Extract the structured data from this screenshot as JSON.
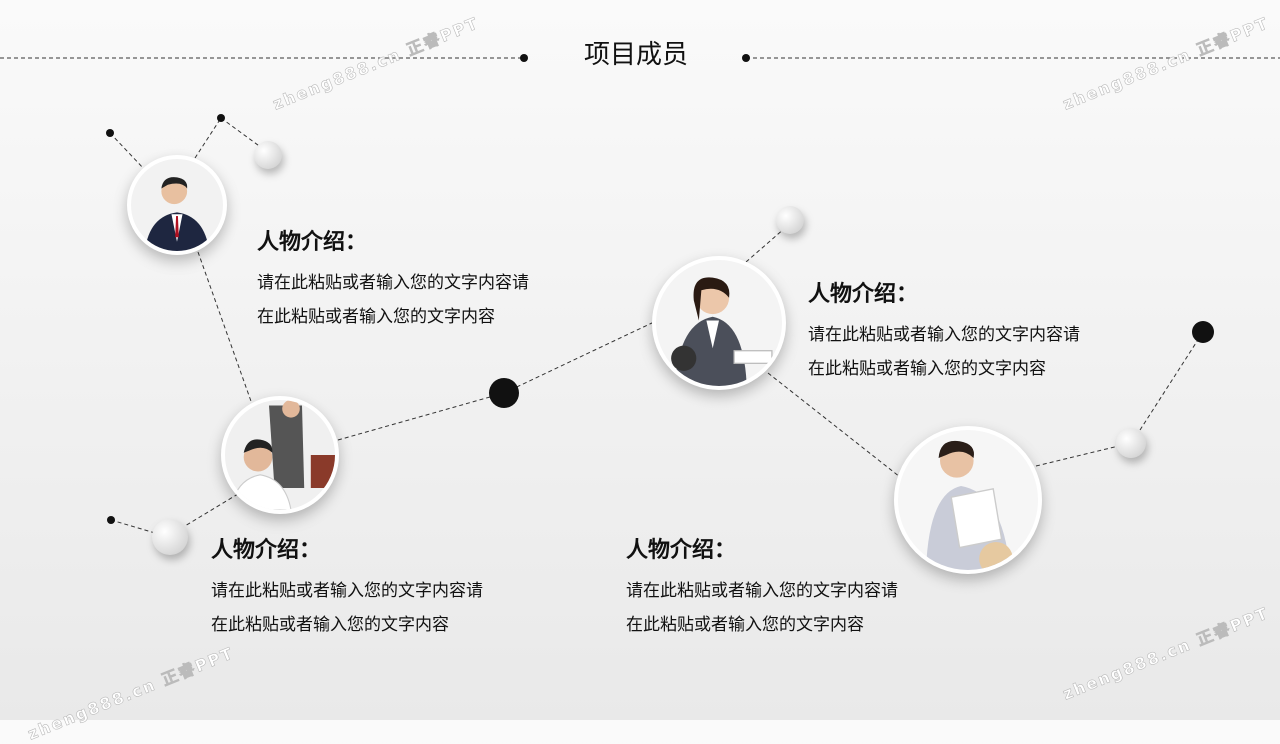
{
  "title": "项目成员",
  "watermark": "zheng888.cn 正睿PPT",
  "members": [
    {
      "heading": "人物介绍：",
      "line1": "请在此粘贴或者输入您的文字内容请",
      "line2": "在此粘贴或者输入您的文字内容"
    },
    {
      "heading": "人物介绍：",
      "line1": "请在此粘贴或者输入您的文字内容请",
      "line2": "在此粘贴或者输入您的文字内容"
    },
    {
      "heading": "人物介绍：",
      "line1": "请在此粘贴或者输入您的文字内容请",
      "line2": "在此粘贴或者输入您的文字内容"
    },
    {
      "heading": "人物介绍：",
      "line1": "请在此粘贴或者输入您的文字内容请",
      "line2": "在此粘贴或者输入您的文字内容"
    }
  ]
}
